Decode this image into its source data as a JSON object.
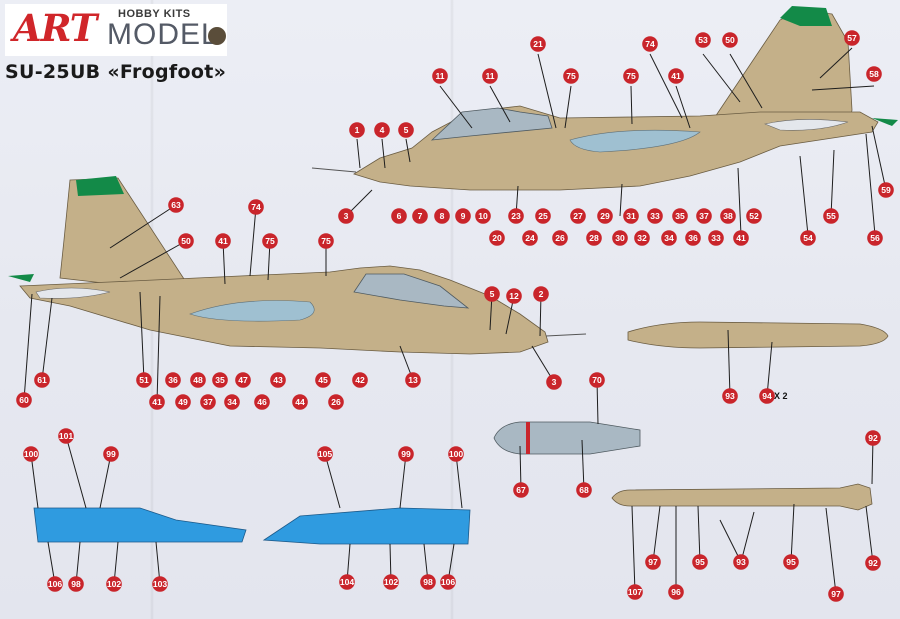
{
  "header": {
    "brand_art": "ART",
    "brand_hobby": "HOBBY KITS",
    "brand_model": "MODEL",
    "title": "SU-25UB «Frogfoot»"
  },
  "colors": {
    "airframe": "#c4b089",
    "canopy": "#a9b8c3",
    "canopy_blue": "#8fc3dc",
    "fin_tip": "#138a48",
    "callout": "#c9252b",
    "blue_panel": "#2f9be0",
    "background": "#e9ebf3"
  },
  "icons": {
    "logo": "art-model-logo",
    "callout": "red-numbered-circle"
  },
  "callouts": {
    "top_view": [
      "1",
      "4",
      "5",
      "11",
      "11",
      "21",
      "75",
      "75",
      "74",
      "41",
      "53",
      "50",
      "57",
      "58",
      "3",
      "6",
      "7",
      "8",
      "9",
      "10",
      "20",
      "23",
      "24",
      "25",
      "26",
      "27",
      "28",
      "29",
      "30",
      "31",
      "32",
      "33",
      "34",
      "35",
      "36",
      "37",
      "33",
      "38",
      "41",
      "52",
      "54",
      "55",
      "56",
      "59"
    ],
    "bottom_view": [
      "63",
      "50",
      "74",
      "41",
      "75",
      "75",
      "5",
      "12",
      "2",
      "61",
      "60",
      "51",
      "41",
      "36",
      "49",
      "48",
      "37",
      "35",
      "34",
      "47",
      "46",
      "43",
      "44",
      "45",
      "26",
      "42",
      "13",
      "3"
    ],
    "tank": [
      "93",
      "94"
    ],
    "tank_multiplier": "X 2",
    "pod": [
      "70",
      "67",
      "68"
    ],
    "bomb": [
      "92",
      "92",
      "107",
      "96",
      "97",
      "95",
      "93",
      "95",
      "97"
    ],
    "wing_left": [
      "101",
      "99",
      "100",
      "106",
      "98",
      "102",
      "103"
    ],
    "wing_right": [
      "105",
      "99",
      "100",
      "104",
      "102",
      "98",
      "106"
    ]
  }
}
